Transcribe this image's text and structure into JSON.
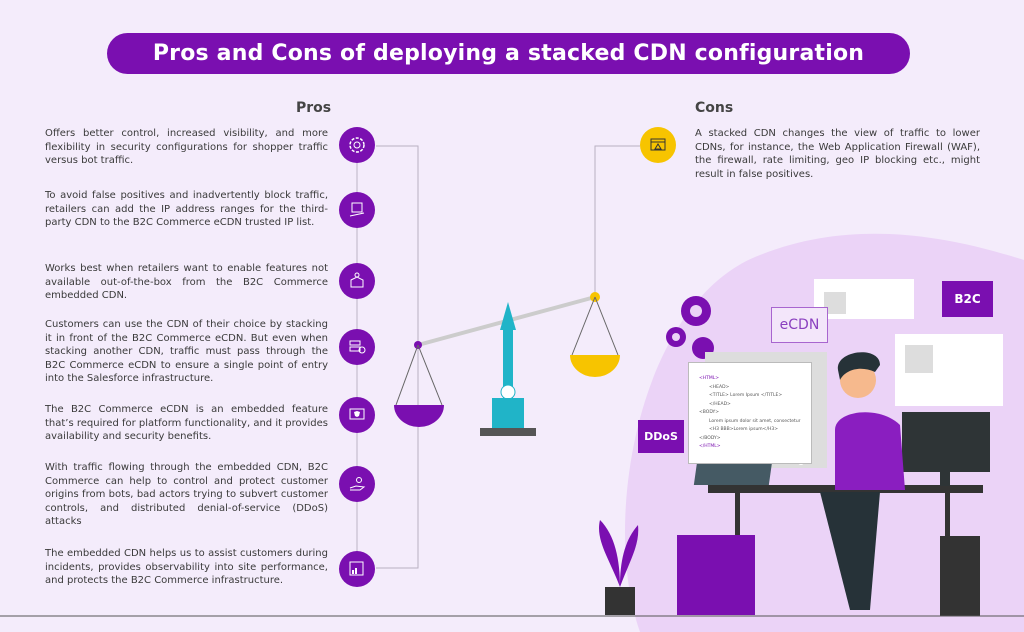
{
  "title": "Pros and Cons of deploying a stacked CDN configuration",
  "pros": {
    "heading": "Pros",
    "items": [
      {
        "icon": "gear-shield-icon",
        "text": "Offers better control, increased visibility, and more flexibility in security configurations for shopper traffic versus bot traffic."
      },
      {
        "icon": "hand-shield-icon",
        "text": "To avoid false positives and inadvertently block traffic, retailers can add the IP address ranges for the third-party CDN to the B2C Commerce eCDN trusted IP list."
      },
      {
        "icon": "box-idea-icon",
        "text": "Works best when retailers want to enable features not available out-of-the-box from the B2C Commerce embedded CDN."
      },
      {
        "icon": "database-bulb-icon",
        "text": "Customers can use the CDN of their choice by stacking it in front of the B2C Commerce eCDN. But even when stacking another CDN, traffic must pass through the B2C Commerce eCDN to ensure a single point of entry into the Salesforce infrastructure."
      },
      {
        "icon": "monitor-shield-icon",
        "text": "The B2C Commerce eCDN is an embedded feature that’s required for platform functionality, and it provides availability and security benefits."
      },
      {
        "icon": "hand-user-icon",
        "text": "With traffic flowing through the embedded CDN, B2C Commerce can help to control and protect customer origins from bots, bad actors trying to subvert customer controls, and distributed denial-of-service (DDoS) attacks"
      },
      {
        "icon": "dashboard-chart-icon",
        "text": "The embedded CDN helps us to assist customers during incidents, provides observability into site performance, and protects the B2C Commerce infrastructure."
      }
    ]
  },
  "cons": {
    "heading": "Cons",
    "items": [
      {
        "icon": "browser-warning-icon",
        "text": "A stacked CDN changes the view of traffic to lower CDNs, for instance, the Web Application Firewall (WAF), the firewall, rate limiting, geo IP blocking etc., might result in false positives."
      }
    ]
  },
  "illustration": {
    "tags": {
      "ecdn": "eCDN",
      "b2c": "B2C",
      "ddos": "DDoS"
    },
    "code_lines": [
      "<HTML>",
      "<HEAD>",
      "<TITLE> Lorem Ipsum </TITLE>",
      "</HEAD>",
      "<BODY>",
      "Lorem ipsum dolor sit amet, consectetur",
      "<H3 BBB>Lorem ipsum</H3>",
      "</BODY>",
      "</HTML>"
    ]
  },
  "colors": {
    "brand_purple": "#7a0fb0",
    "accent_yellow": "#f7c400",
    "teal": "#20b4c8",
    "background": "#f4ecfb"
  }
}
